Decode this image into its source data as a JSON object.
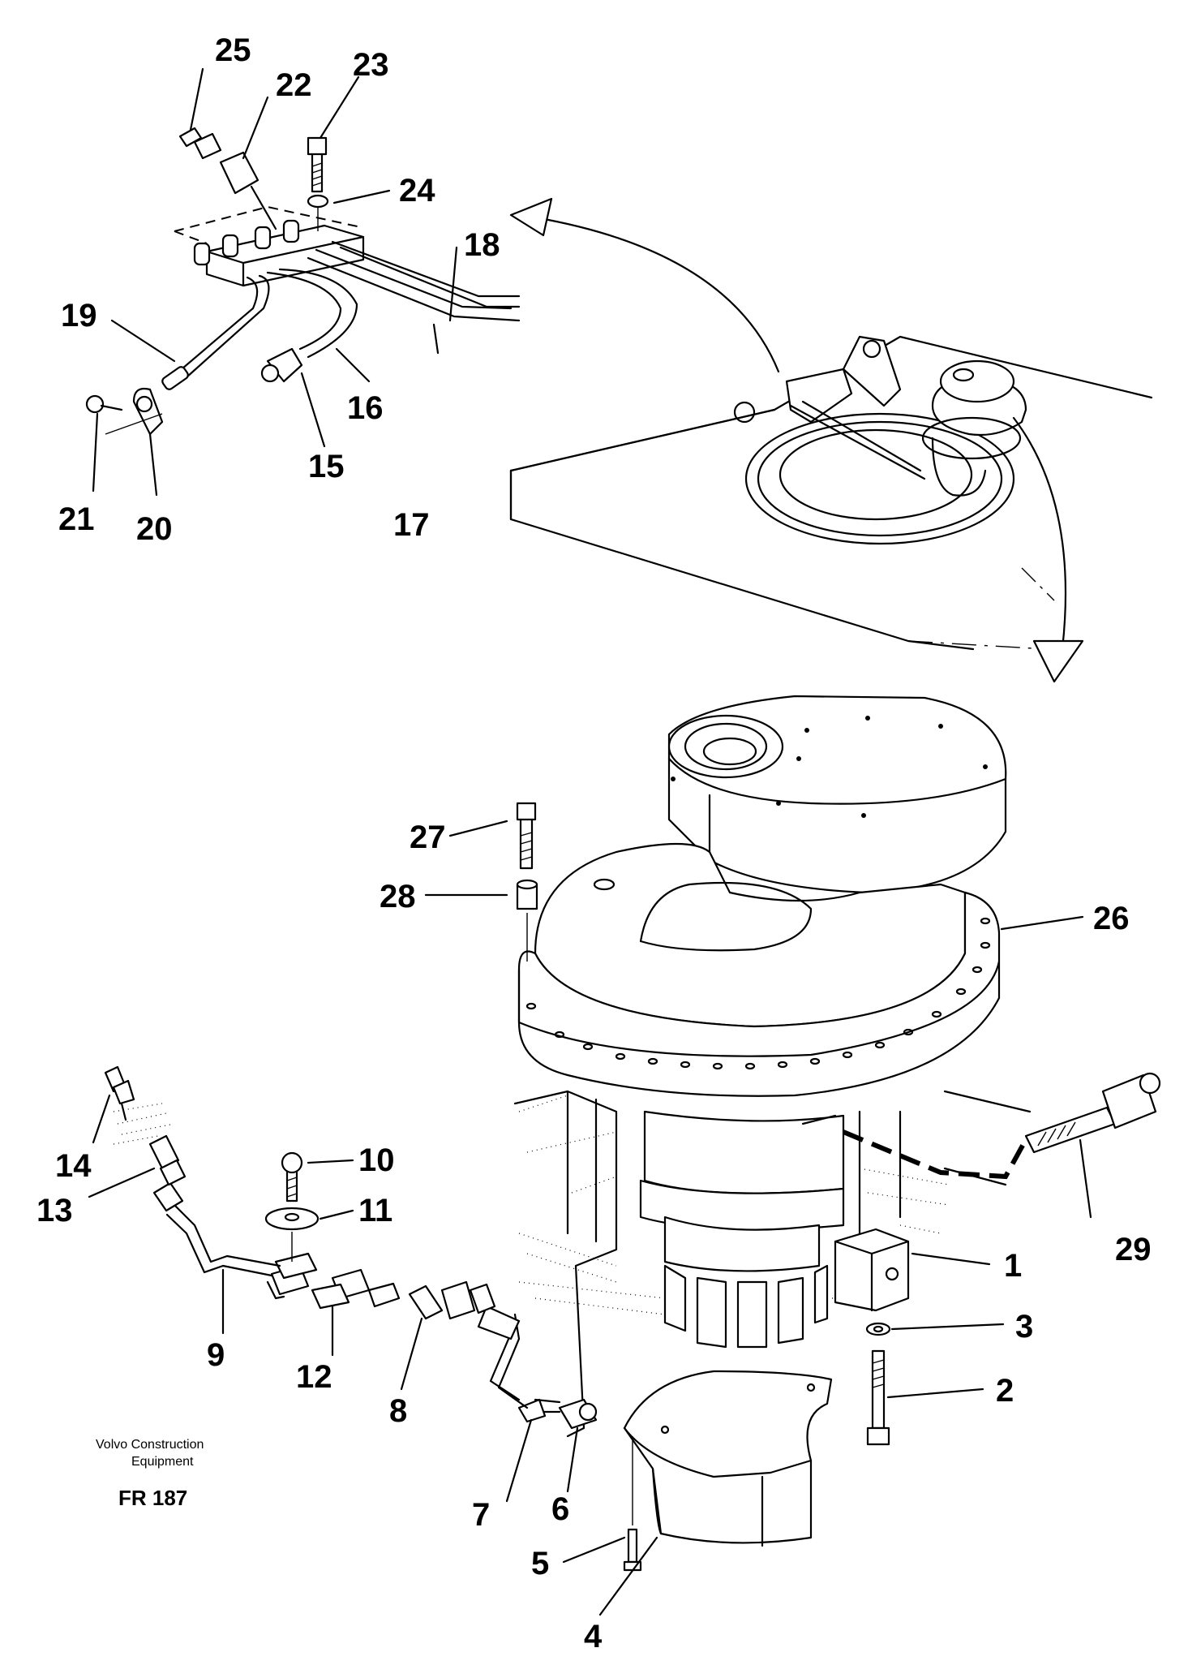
{
  "figure_id": "FR 187",
  "credit_line1": "Volvo Construction",
  "credit_line2": "Equipment",
  "callouts": {
    "c1": "1",
    "c2": "2",
    "c3": "3",
    "c4": "4",
    "c5": "5",
    "c6": "6",
    "c7": "7",
    "c8": "8",
    "c9": "9",
    "c10": "10",
    "c11": "11",
    "c12": "12",
    "c13": "13",
    "c14": "14",
    "c15": "15",
    "c16": "16",
    "c17": "17",
    "c18": "18",
    "c19": "19",
    "c20": "20",
    "c21": "21",
    "c22": "22",
    "c23": "23",
    "c24": "24",
    "c25": "25",
    "c26": "26",
    "c27": "27",
    "c28": "28",
    "c29": "29"
  }
}
